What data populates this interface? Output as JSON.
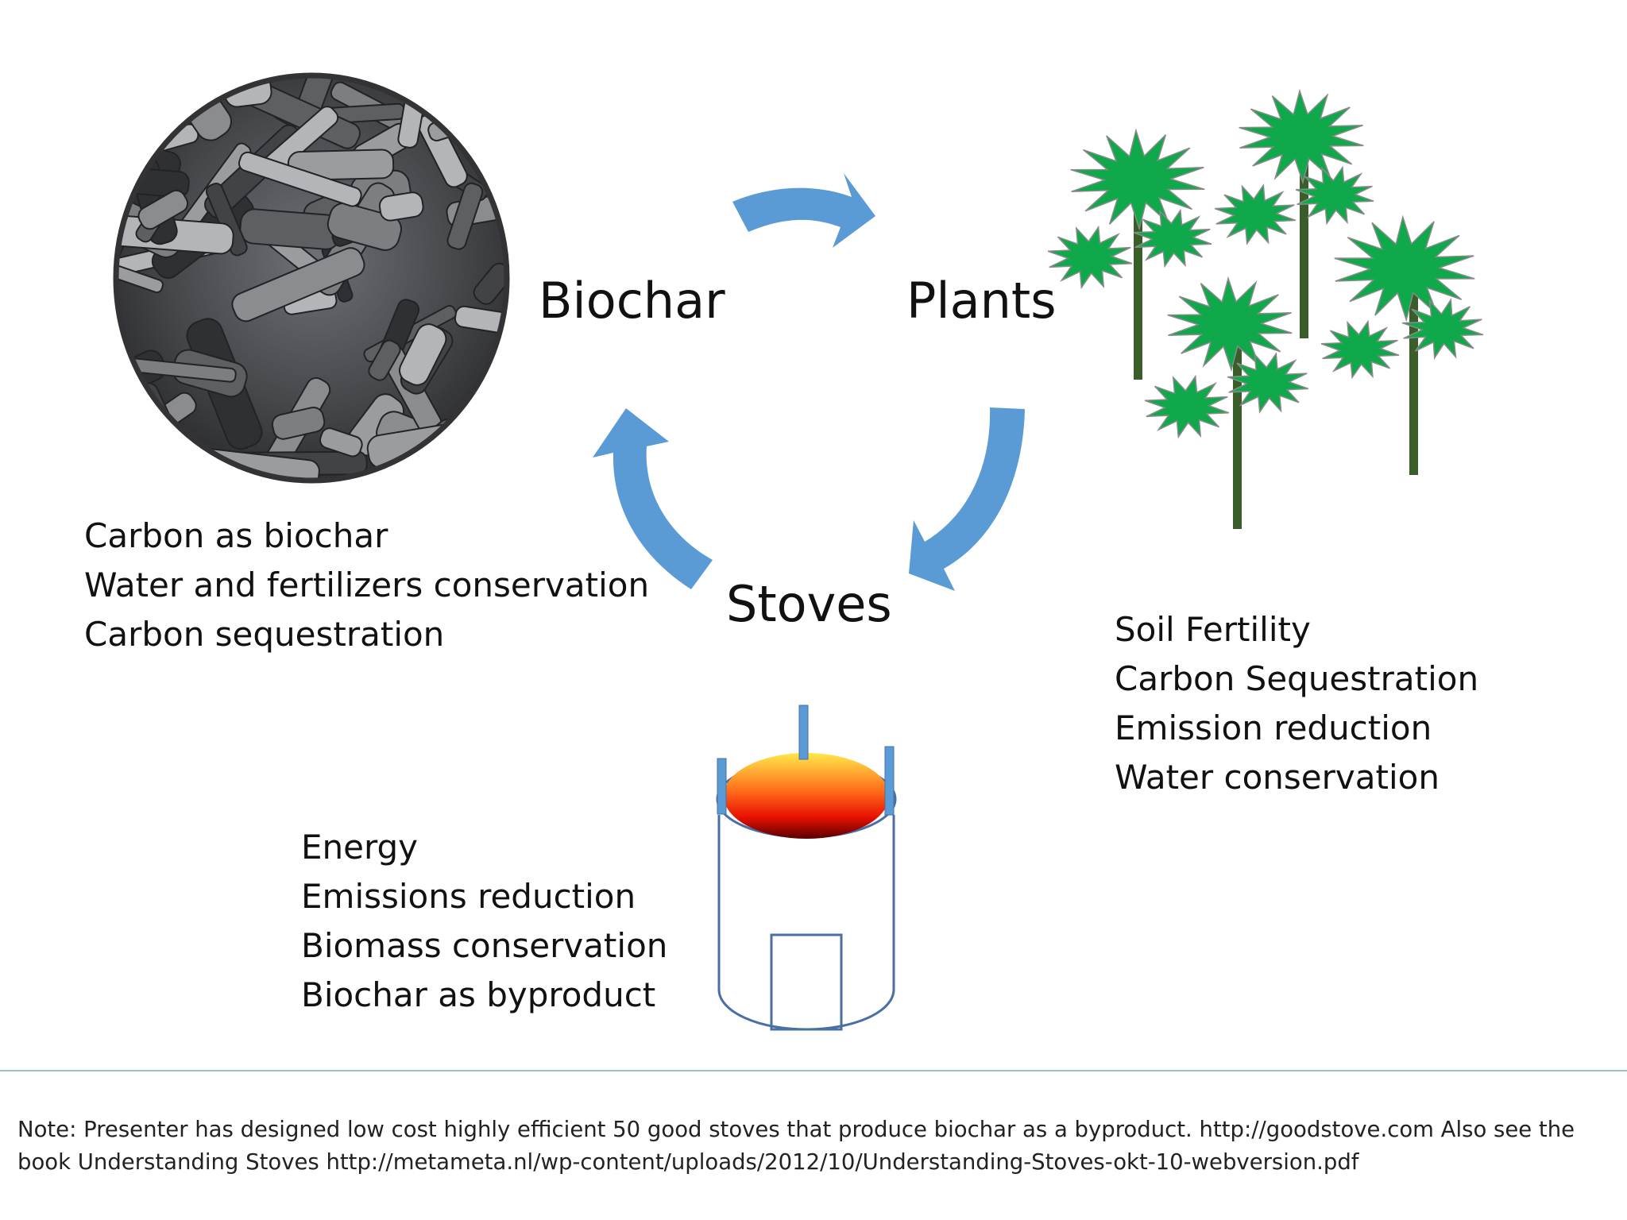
{
  "nodes": {
    "biochar": {
      "label": "Biochar"
    },
    "plants": {
      "label": "Plants"
    },
    "stoves": {
      "label": "Stoves"
    }
  },
  "lists": {
    "biochar_benefits": [
      "Carbon as biochar",
      "Water and fertilizers conservation",
      "Carbon sequestration"
    ],
    "plants_benefits": [
      "Soil Fertility",
      "Carbon Sequestration",
      "Emission reduction",
      "Water conservation"
    ],
    "stoves_benefits": [
      "Energy",
      "Emissions reduction",
      "Biomass conservation",
      "Biochar as byproduct"
    ]
  },
  "note": {
    "text": "Note: Presenter has designed low cost highly efficient 50 good stoves that produce biochar as a byproduct. http://goodstove.com Also see the book Understanding Stoves http://metameta.nl/wp-content/uploads/2012/10/Understanding-Stoves-okt-10-webversion.pdf"
  },
  "icons": {
    "biochar_image": "charcoal-photo-icon",
    "plants_image": "trees-icon",
    "stove_image": "stove-icon",
    "arrows": [
      "cycle-arrow-icon",
      "cycle-arrow-icon",
      "cycle-arrow-icon"
    ]
  },
  "colors": {
    "arrow": "#5b9bd5",
    "leaf": "#0fa84a",
    "leaf_stroke": "#8a8a8a",
    "trunk": "#3a5e2a",
    "stove_outline": "#4a6fa5",
    "flame_top": "#ffe84a",
    "flame_mid": "#ff3b10",
    "flame_bottom": "#6a0000",
    "divider": "#9fbfd0"
  }
}
